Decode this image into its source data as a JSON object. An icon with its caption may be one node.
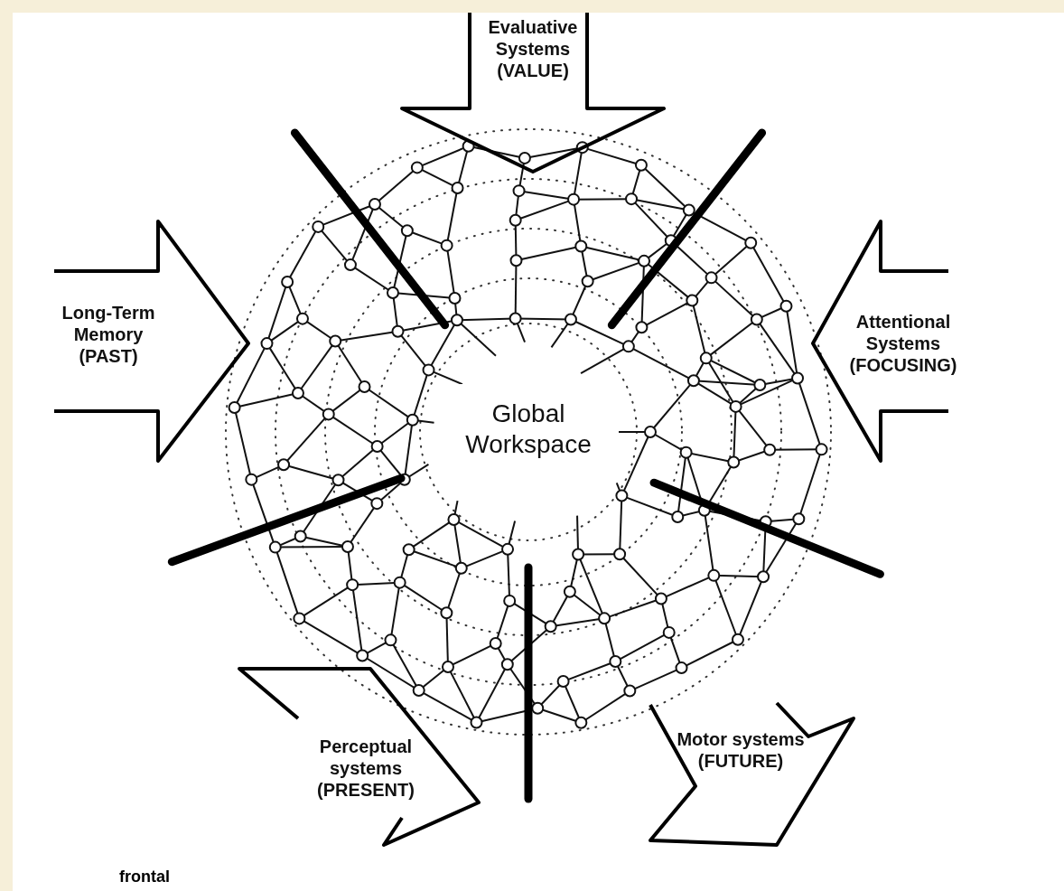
{
  "diagram": {
    "nodes": [
      {
        "text": [
          "Evaluative Systems (VALUE)"
        ]
      },
      {
        "text": [
          "Long-Term Memory (PAST)"
        ]
      },
      {
        "text": [
          "Attentional Systems (FOCUSING)"
        ]
      },
      {
        "text": [
          "Global Workspace"
        ]
      },
      {
        "text": [
          "Perceptual systems (PRESENT)"
        ]
      },
      {
        "text": [
          "Motor systems (FUTURE)"
        ]
      }
    ],
    "labels": [
      "frontal"
    ]
  }
}
